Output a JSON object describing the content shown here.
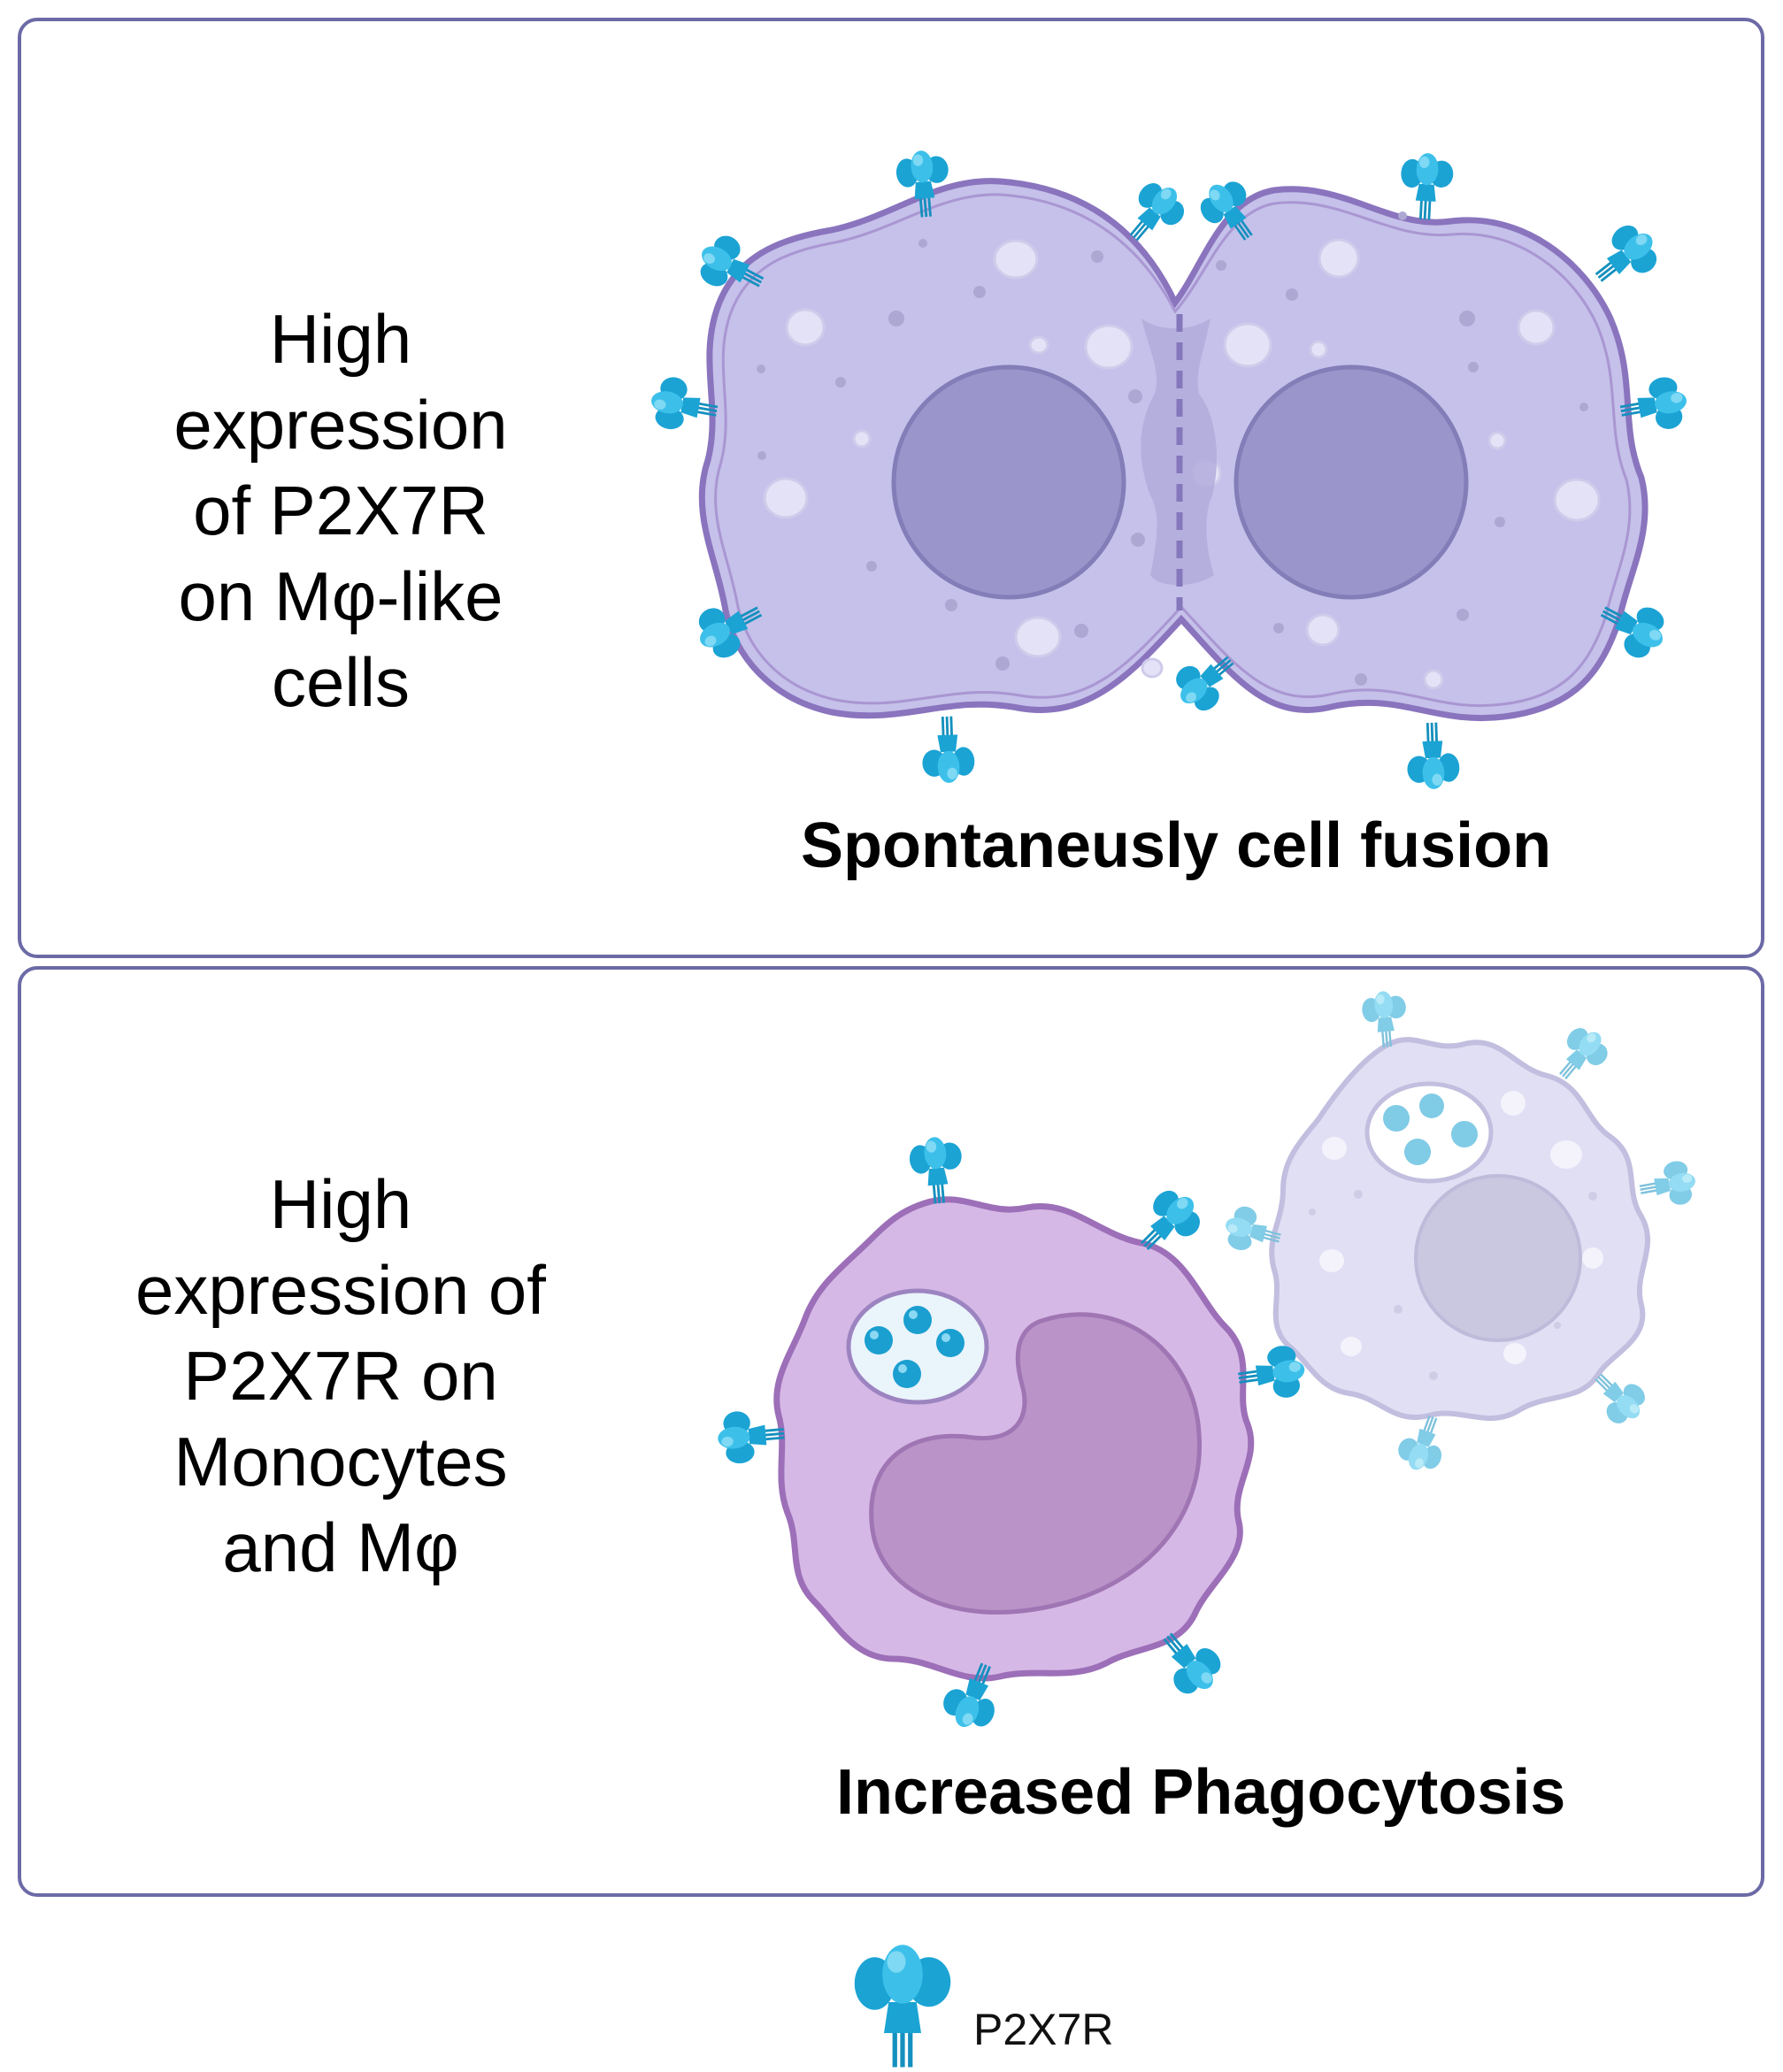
{
  "panels": [
    {
      "lines": [
        "High",
        "expression",
        "of P2X7R",
        "on Mφ-like",
        "cells"
      ],
      "caption": "Spontaneusly cell fusion"
    },
    {
      "lines": [
        "High",
        "expression of",
        "P2X7R on",
        "Monocytes",
        "and Mφ"
      ],
      "caption": "Increased Phagocytosis"
    }
  ],
  "legend": {
    "icon": "p2x7r-receptor-icon",
    "label": "P2X7R"
  },
  "colors": {
    "border": "#6c6aa6",
    "receptor": "#1fa9d6",
    "receptor_light": "#4fc3ea",
    "fused_cell": "#c4c1e8",
    "fused_membrane": "#8c77c0",
    "fused_nucleus": "#9994c8",
    "macrophage": "#d3b3e3",
    "macrophage_nucleus": "#b892c6",
    "faded_cell": "#dcdaf0",
    "faded_nucleus": "#c0bee0"
  }
}
